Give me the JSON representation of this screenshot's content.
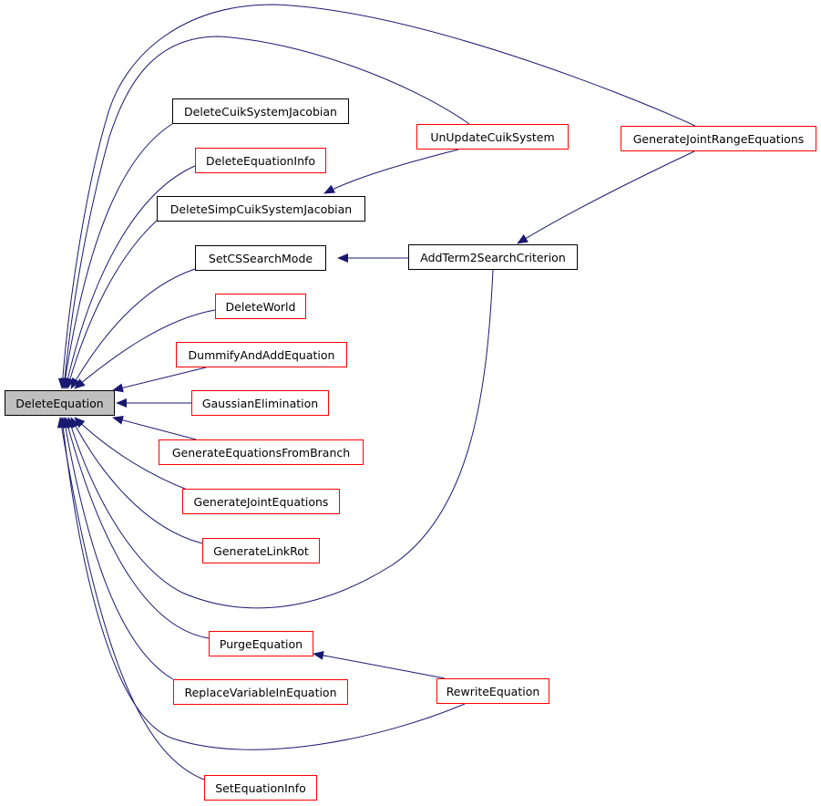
{
  "diagram": {
    "type": "caller-graph",
    "colors": {
      "edge": "#191970",
      "root_fill": "#bfbfbf",
      "node_border": "#000000",
      "undocumented_border": "#ff0000"
    },
    "nodes": {
      "root": {
        "label": "DeleteEquation"
      },
      "dcsj": {
        "label": "DeleteCuikSystemJacobian"
      },
      "dei": {
        "label": "DeleteEquationInfo"
      },
      "dscsj": {
        "label": "DeleteSimpCuikSystemJacobian"
      },
      "scsm": {
        "label": "SetCSSearchMode"
      },
      "dw": {
        "label": "DeleteWorld"
      },
      "daae": {
        "label": "DummifyAndAddEquation"
      },
      "ge": {
        "label": "GaussianElimination"
      },
      "gefb": {
        "label": "GenerateEquationsFromBranch"
      },
      "gje": {
        "label": "GenerateJointEquations"
      },
      "glr": {
        "label": "GenerateLinkRot"
      },
      "pe": {
        "label": "PurgeEquation"
      },
      "rvie": {
        "label": "ReplaceVariableInEquation"
      },
      "sei": {
        "label": "SetEquationInfo"
      },
      "uucs": {
        "label": "UnUpdateCuikSystem"
      },
      "at2sc": {
        "label": "AddTerm2SearchCriterion"
      },
      "re": {
        "label": "RewriteEquation"
      },
      "gjre": {
        "label": "GenerateJointRangeEquations"
      }
    }
  }
}
